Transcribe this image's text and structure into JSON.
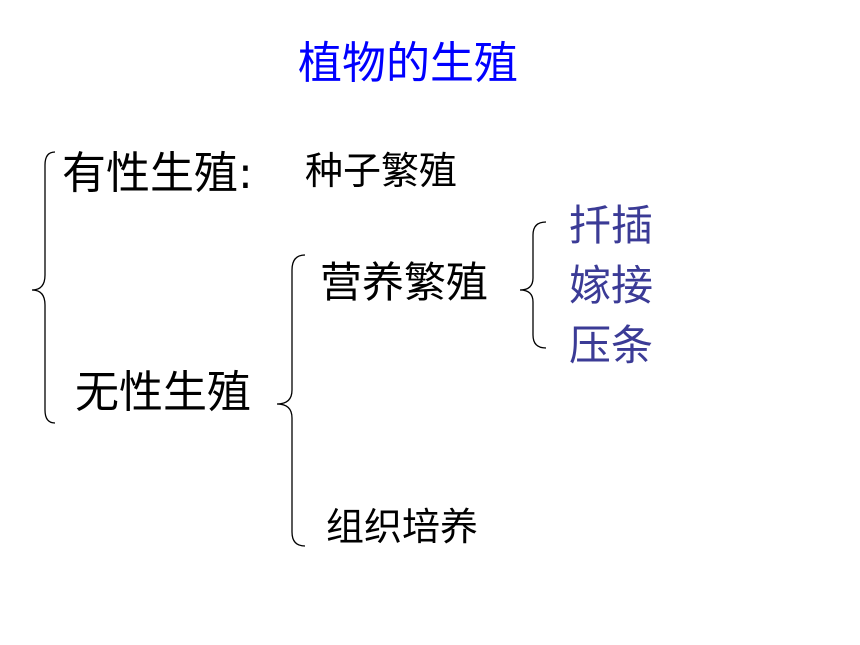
{
  "title": "植物的生殖",
  "sexual": {
    "label": "有性生殖:",
    "method": "种子繁殖"
  },
  "asexual": {
    "label": "无性生殖",
    "vegetative": {
      "label": "营养繁殖",
      "methods": [
        "扦插",
        "嫁接",
        "压条"
      ]
    },
    "tissue_culture": "组织培养"
  },
  "colors": {
    "title": "#0000ff",
    "methods": "#3b3b96",
    "text": "#000000"
  }
}
